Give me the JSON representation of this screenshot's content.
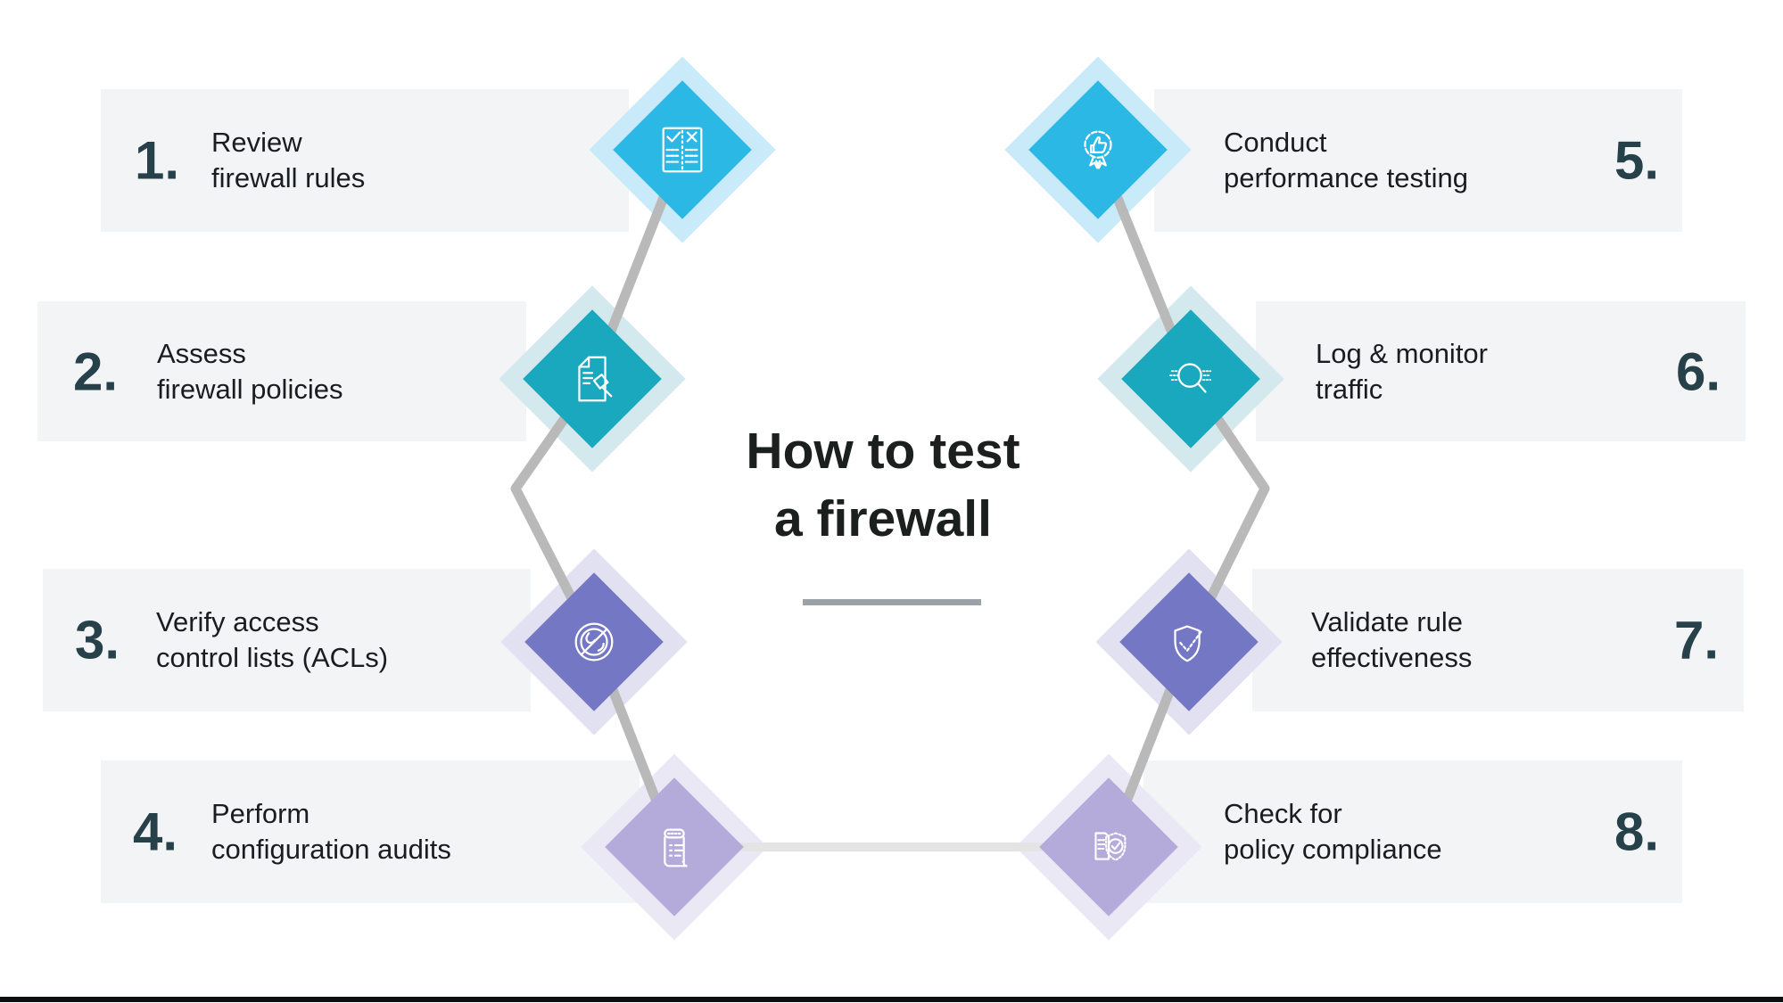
{
  "title": {
    "line1": "How to test",
    "line2": "a firewall"
  },
  "steps": [
    {
      "number": "1.",
      "label_line1": "Review",
      "label_line2": "firewall rules",
      "icon": "checklist-icon",
      "color": "cyan"
    },
    {
      "number": "2.",
      "label_line1": "Assess",
      "label_line2": "firewall policies",
      "icon": "document-gavel-icon",
      "color": "teal"
    },
    {
      "number": "3.",
      "label_line1": "Verify access",
      "label_line2": "control lists (ACLs)",
      "icon": "blocked-globe-icon",
      "color": "purple"
    },
    {
      "number": "4.",
      "label_line1": "Perform",
      "label_line2": "configuration audits",
      "icon": "scroll-icon",
      "color": "lavender"
    },
    {
      "number": "5.",
      "label_line1": "Conduct",
      "label_line2": "performance testing",
      "icon": "thumbs-up-badge-icon",
      "color": "cyan"
    },
    {
      "number": "6.",
      "label_line1": "Log & monitor",
      "label_line2": "traffic",
      "icon": "traffic-search-icon",
      "color": "teal"
    },
    {
      "number": "7.",
      "label_line1": "Validate rule",
      "label_line2": "effectiveness",
      "icon": "shield-check-icon",
      "color": "purple"
    },
    {
      "number": "8.",
      "label_line1": "Check for",
      "label_line2": "policy compliance",
      "icon": "policy-shield-icon",
      "color": "lavender"
    }
  ],
  "colors": {
    "cyan": "#2bb8e5",
    "cyan_halo": "#c9eaf8",
    "teal": "#19a8bd",
    "teal_halo": "#d4e9ee",
    "purple": "#7477c4",
    "purple_halo": "#e2e1f2",
    "lavender": "#b5abdb",
    "lavender_halo": "#ebe8f6",
    "band_bg": "#f2f4f6",
    "number": "#26414a",
    "text": "#191d1f",
    "title": "#1b201f",
    "connector": "#b9b9b9",
    "connector_light": "#e4e4e4",
    "underline": "#9ba1a6",
    "footer_bar": "#0c0f10"
  }
}
